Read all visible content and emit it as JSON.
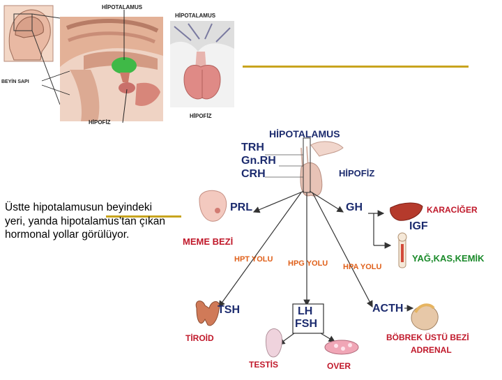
{
  "caption": "Üstte hipotalamusun beyindeki yeri, yanda hipotalamus’tan çıkan hormonal yollar görülüyor.",
  "anatomy_left": {
    "hipotalamus": "HİPOTALAMUS",
    "beyin_sapi": "BEYİN SAPI",
    "hipofiz": "HİPOFİZ"
  },
  "anatomy_right": {
    "hipotalamus": "HİPOTALAMUS",
    "hipofiz": "HİPOFİZ"
  },
  "pathway": {
    "hipotalamus": "HİPOTALAMUS",
    "hipofiz": "HİPOFİZ",
    "trh": "TRH",
    "gnrh": "Gn.RH",
    "crh": "CRH",
    "prl": "PRL",
    "gh": "GH",
    "meme_bezi": "MEME BEZİ",
    "karaciger": "KARACİĞER",
    "igf": "IGF",
    "yag_kas_kemik": "YAĞ,KAS,KEMİK",
    "hpt_yolu": "HPT YOLU",
    "hpg_yolu": "HPG YOLU",
    "hpa_yolu": "HPA YOLU",
    "tsh": "TSH",
    "lh": "LH",
    "fsh": "FSH",
    "acth": "ACTH",
    "tiroid": "TİROİD",
    "testis": "TESTİS",
    "over": "OVER",
    "bobrek_ustu_bezi": "BÖBREK ÜSTÜ BEZİ",
    "adrenal": "ADRENAL"
  },
  "colors": {
    "accent_rule": "#c8a41e",
    "label_red": "#c0182a",
    "label_orange": "#e0601a",
    "label_green": "#1a8a2a",
    "label_navy": "#1c2b6e"
  }
}
